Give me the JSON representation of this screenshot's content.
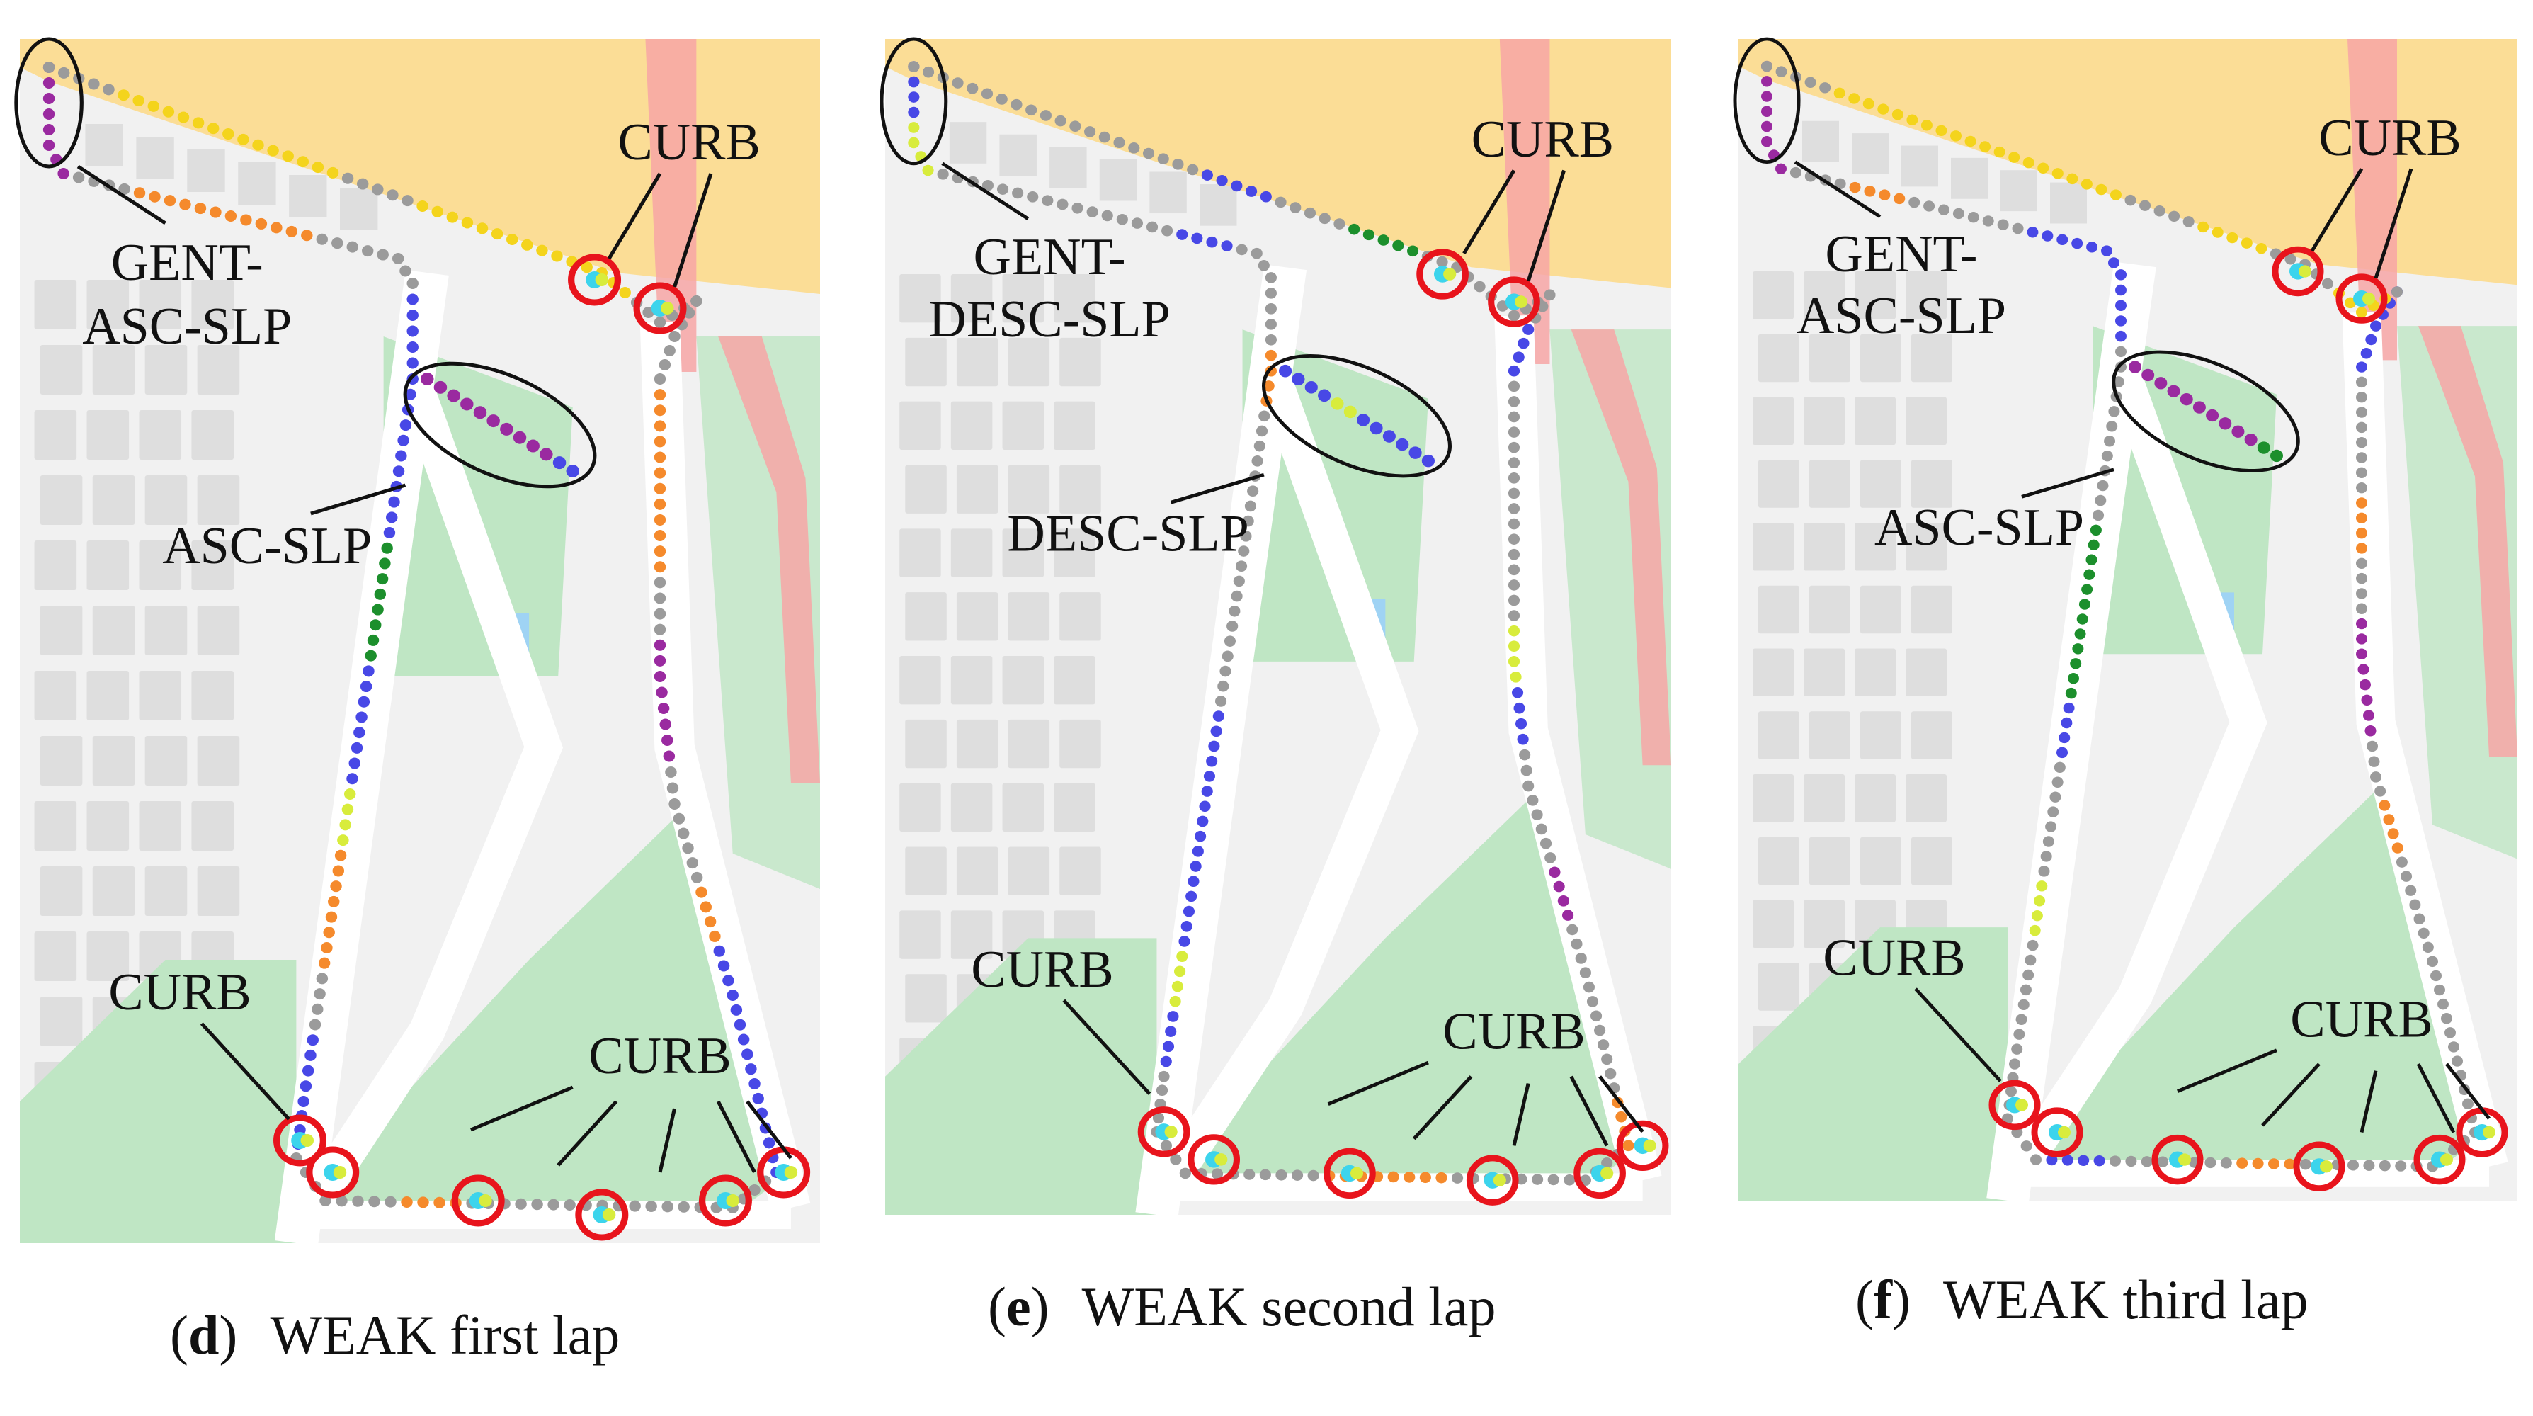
{
  "colors": {
    "map_background": "#f1f1f1",
    "building": "#dedede",
    "park": "#bfe6c4",
    "highway": "#fbdd96",
    "rail": "#f7a6a6",
    "water": "#9fd3f4",
    "road": "#ffffff",
    "highlight_circle": "#e8141c",
    "annotation_ellipse": "#111111"
  },
  "point_colors": {
    "gray": "#9b9b9b",
    "yellow": "#f4d41c",
    "orange": "#f58a2c",
    "blue": "#4848e6",
    "purple": "#9a2aa0",
    "green": "#1c8f2c",
    "lime": "#d8ec3c",
    "cyan": "#3cd4ec"
  },
  "panels": [
    {
      "id": "d",
      "caption_letter": "d",
      "caption_text": "WEAK first lap",
      "labels": {
        "gent": [
          "GENT-",
          "ASC-SLP"
        ],
        "slope": "ASC-SLP",
        "curb_top": "CURB",
        "curb_left": "CURB",
        "curb_bottom": "CURB"
      }
    },
    {
      "id": "e",
      "caption_letter": "e",
      "caption_text": "WEAK second lap",
      "labels": {
        "gent": [
          "GENT-",
          "DESC-SLP"
        ],
        "slope": "DESC-SLP",
        "curb_top": "CURB",
        "curb_left": "CURB",
        "curb_bottom": "CURB"
      }
    },
    {
      "id": "f",
      "caption_letter": "f",
      "caption_text": "WEAK third lap",
      "labels": {
        "gent": [
          "GENT-",
          "ASC-SLP"
        ],
        "slope": "ASC-SLP",
        "curb_top": "CURB",
        "curb_left": "CURB",
        "curb_bottom": "CURB"
      }
    }
  ]
}
